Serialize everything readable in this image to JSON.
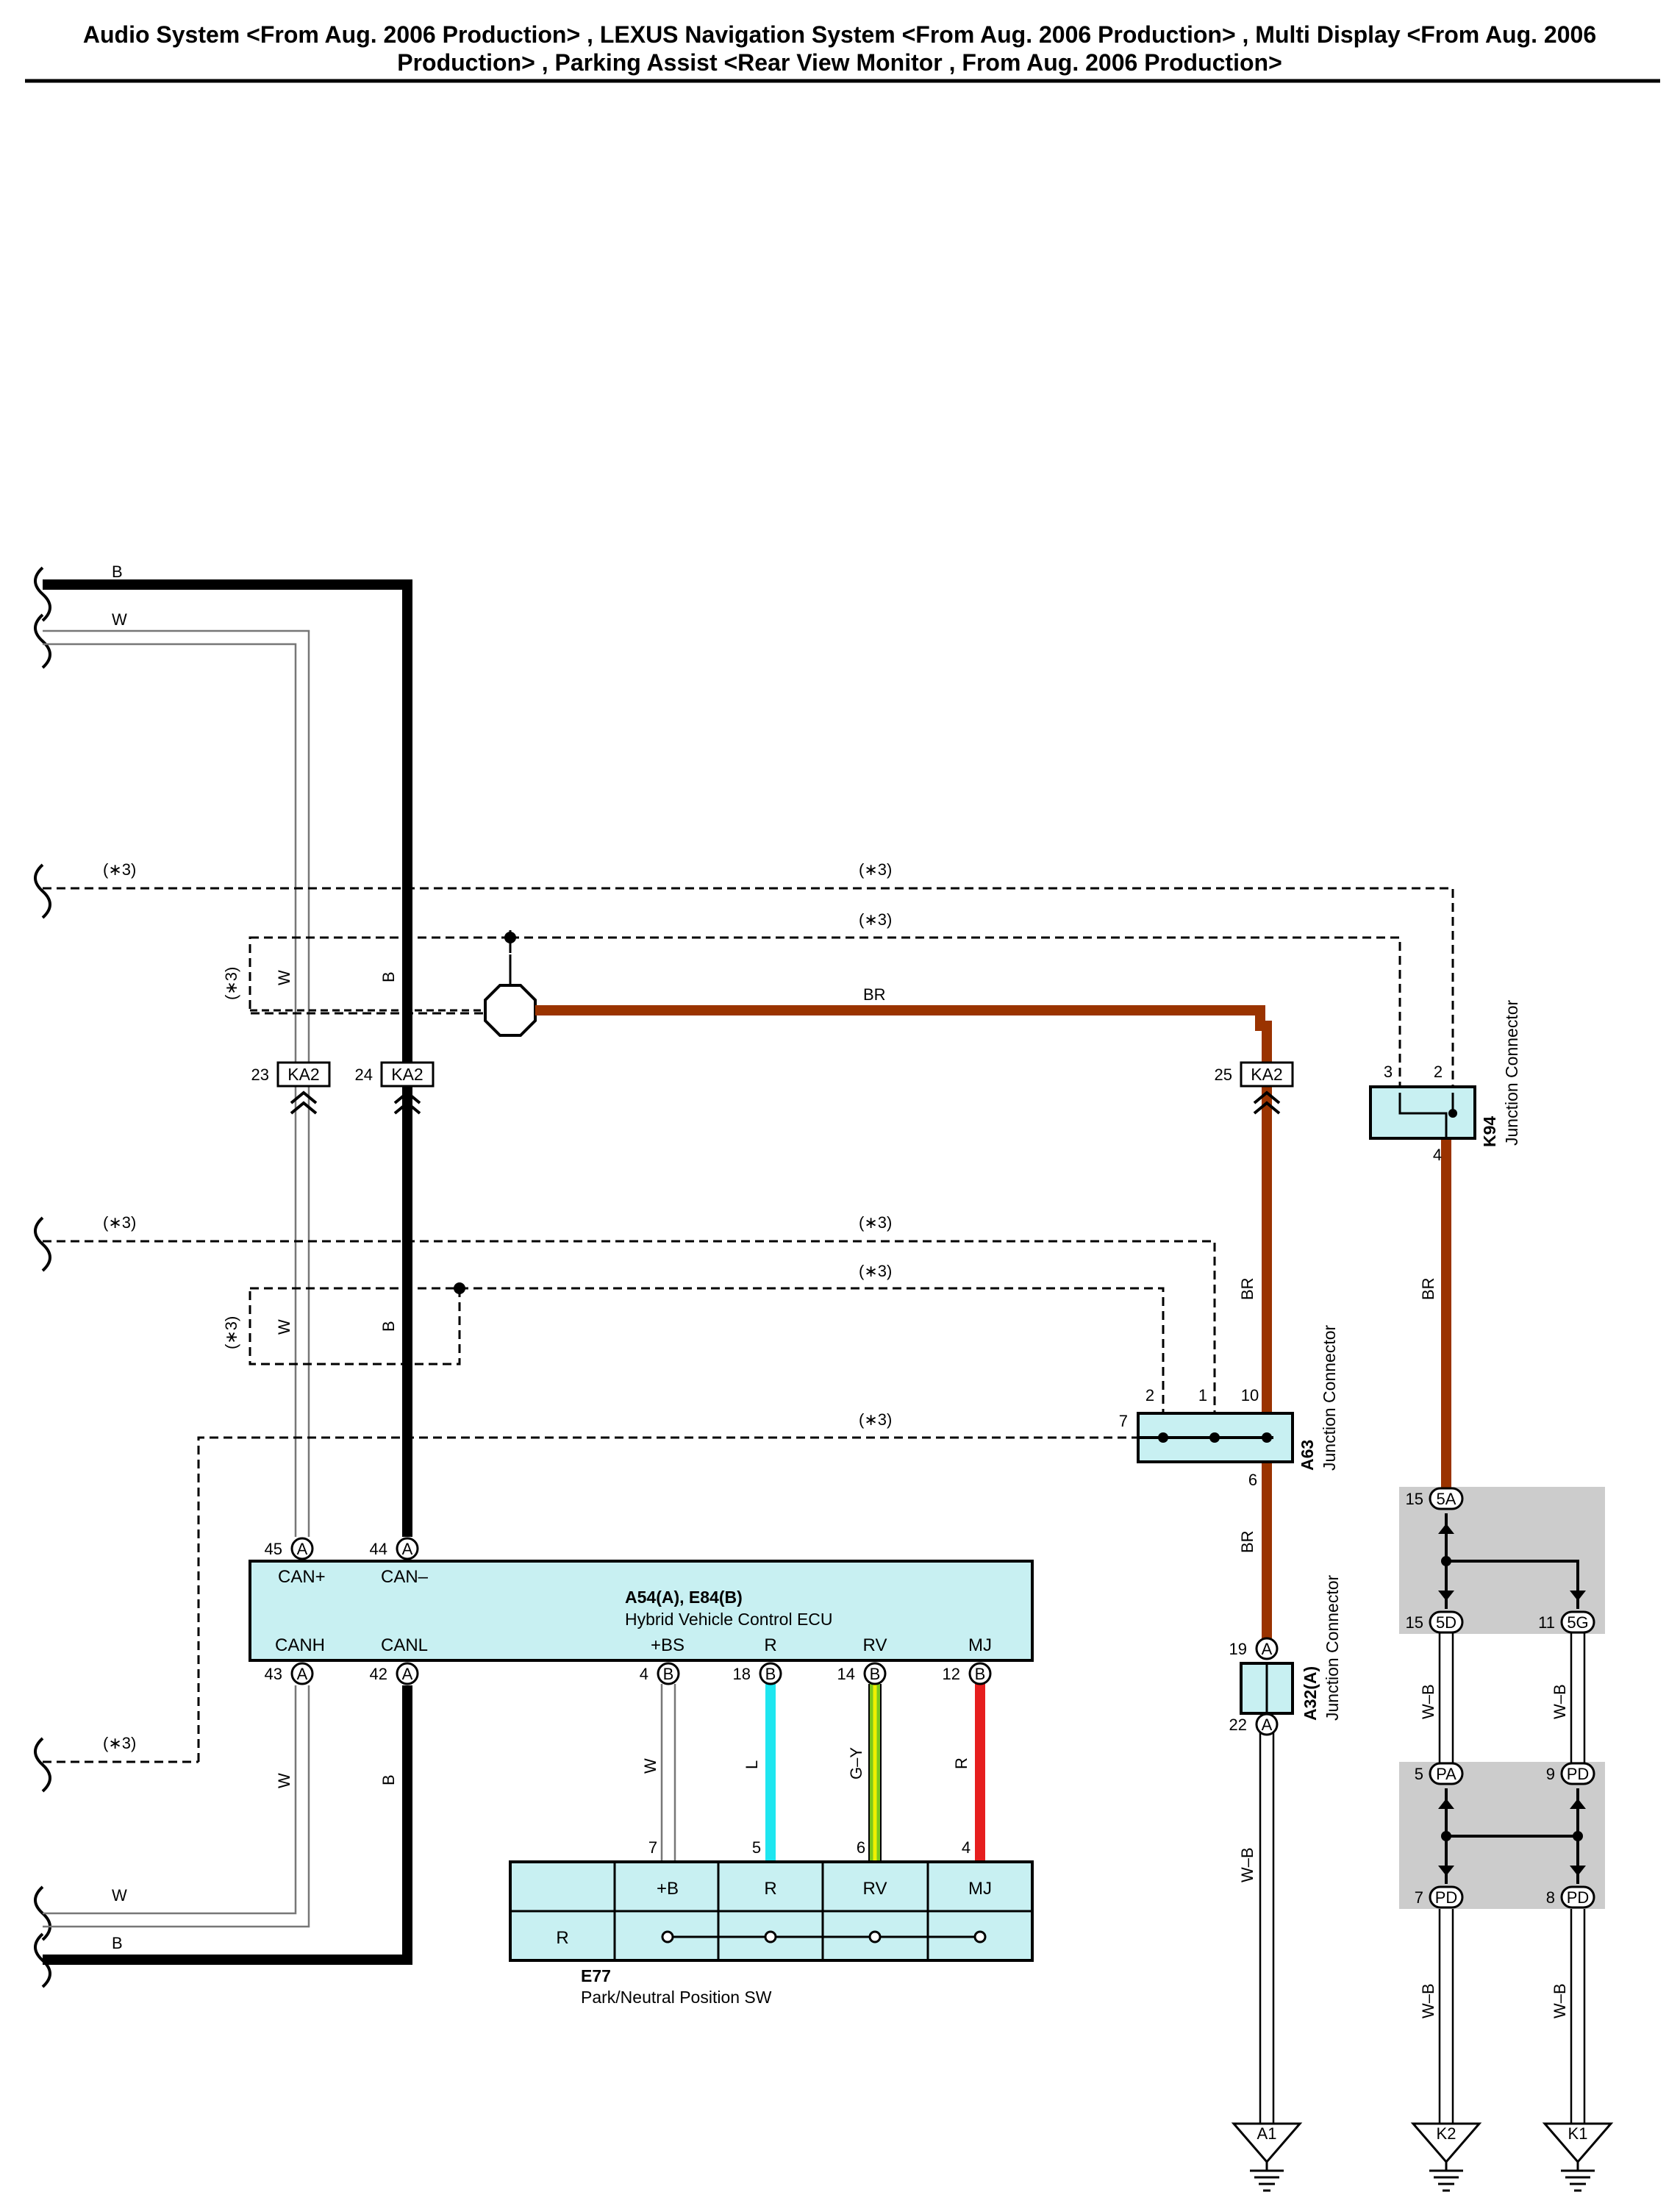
{
  "title": {
    "line1": "Audio System <From Aug. 2006 Production> , LEXUS Navigation System <From Aug. 2006 Production> , Multi Display <From Aug. 2006",
    "line2": "Production> , Parking Assist <Rear View Monitor , From Aug. 2006 Production>"
  },
  "colors": {
    "connector_fill": "#c8f0f2",
    "wire_brown": "#9a3300",
    "wire_cyan": "#1ee6f0",
    "wire_green": "#7ac81e",
    "wire_yellow": "#f0f000",
    "wire_red": "#e61e1e",
    "shade": "#cccccc"
  },
  "wires": {
    "b": "B",
    "w": "W",
    "br": "BR",
    "l": "L",
    "gy": "G–Y",
    "r": "R",
    "wb": "W–B",
    "shield": "(∗3)"
  },
  "ka2": {
    "label": "KA2",
    "pin23": "23",
    "pin24": "24",
    "pin25": "25"
  },
  "ecu": {
    "code": "A54(A), E84(B)",
    "name": "Hybrid Vehicle Control ECU",
    "top": [
      {
        "pin": "45",
        "conn": "A",
        "label": "CAN+"
      },
      {
        "pin": "44",
        "conn": "A",
        "label": "CAN–"
      }
    ],
    "bottom": [
      {
        "pin": "43",
        "conn": "A",
        "label": "CANH"
      },
      {
        "pin": "42",
        "conn": "A",
        "label": "CANL"
      },
      {
        "pin": "4",
        "conn": "B",
        "label": "+BS"
      },
      {
        "pin": "18",
        "conn": "B",
        "label": "R"
      },
      {
        "pin": "14",
        "conn": "B",
        "label": "RV"
      },
      {
        "pin": "12",
        "conn": "B",
        "label": "MJ"
      }
    ]
  },
  "a63": {
    "code": "A63",
    "name": "Junction Connector",
    "pins": [
      "2",
      "1",
      "10",
      "7",
      "6"
    ]
  },
  "k94": {
    "code": "K94",
    "name": "Junction Connector",
    "pins": [
      "3",
      "2",
      "4"
    ]
  },
  "a32": {
    "code": "A32(A)",
    "name": "Junction Connector",
    "pin_top": "19",
    "pin_bottom": "22",
    "conn": "A"
  },
  "switch": {
    "code": "E77",
    "name": "Park/Neutral Position SW",
    "pins": [
      "7",
      "5",
      "6",
      "4"
    ],
    "terminals": [
      "+B",
      "R",
      "RV",
      "MJ"
    ],
    "position": "R"
  },
  "splice_top": {
    "in": {
      "pin": "15",
      "code": "5A"
    },
    "out": [
      {
        "pin": "15",
        "code": "5D"
      },
      {
        "pin": "11",
        "code": "5G"
      }
    ]
  },
  "splice_bottom": {
    "in": [
      {
        "pin": "5",
        "code": "PA"
      },
      {
        "pin": "9",
        "code": "PD"
      }
    ],
    "out": [
      {
        "pin": "7",
        "code": "PD"
      },
      {
        "pin": "8",
        "code": "PD"
      }
    ]
  },
  "grounds": [
    "A1",
    "K2",
    "K1"
  ]
}
